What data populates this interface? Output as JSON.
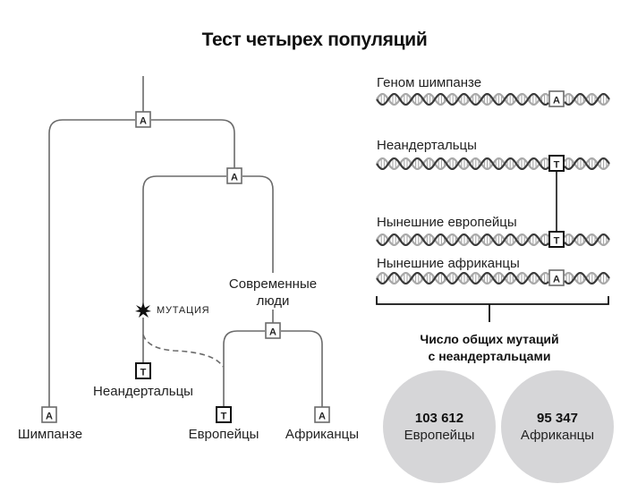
{
  "title": "Тест четырех популяций",
  "tree": {
    "nodes": {
      "root_allele": "A",
      "split2_allele": "A",
      "modern_allele": "A",
      "chimp_allele": "A",
      "neanderthal_allele": "T",
      "european_allele": "T",
      "african_allele": "A"
    },
    "labels": {
      "mutation": "МУТАЦИЯ",
      "modern_humans_line1": "Современные",
      "modern_humans_line2": "люди",
      "neanderthals": "Неандертальцы",
      "chimpanzee": "Шимпанзе",
      "europeans": "Европейцы",
      "africans": "Африканцы"
    },
    "icons": {
      "mutation": "starburst-icon"
    }
  },
  "genomes": [
    {
      "label": "Геном шимпанзе",
      "allele": "A",
      "highlight": false
    },
    {
      "label": "Неандертальцы",
      "allele": "T",
      "highlight": true
    },
    {
      "label": "Нынешние европейцы",
      "allele": "T",
      "highlight": true
    },
    {
      "label": "Нынешние  африканцы",
      "allele": "A",
      "highlight": false
    }
  ],
  "summary": {
    "caption_line1": "Число общих мутаций",
    "caption_line2": "с неандертальцами",
    "results": [
      {
        "value": "103 612",
        "population": "Европейцы"
      },
      {
        "value": "95 347",
        "population": "Африканцы"
      }
    ]
  },
  "colors": {
    "tree_line": "#6b6b6b",
    "dna_dark": "#3a3a3a",
    "dna_light": "#a8a8a8",
    "circle_fill": "#d6d6d8",
    "box_strong": "#111111",
    "box_weak": "#6b6b6b"
  }
}
